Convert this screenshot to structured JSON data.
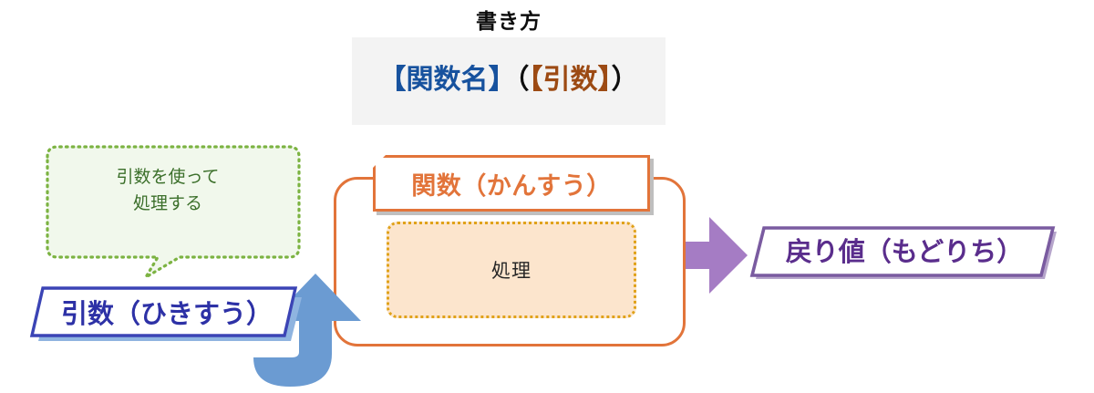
{
  "diagram": {
    "title": "書き方",
    "syntax": {
      "function_name": "【関数名】",
      "open_paren": "（",
      "argument": "【引数】",
      "close_paren": "）",
      "panel_color": "#f3f3f3"
    },
    "function_block": {
      "header_label": "関数（かんすう）",
      "process_label": "処理",
      "frame_color": "#e2743a",
      "process_fill": "#fce5cd",
      "process_border_color": "#e0a21a"
    },
    "hint_bubble": {
      "text": "引数を使って\n処理する",
      "border_color": "#7cb342",
      "fill_color": "#f1f8ec",
      "text_color": "#3b6f2a"
    },
    "argument_banner": {
      "label": "引数（ひきすう）",
      "border_color": "#3b44b5",
      "text_color": "#2d31a6",
      "shadow_color": "#8fb4e0"
    },
    "return_banner": {
      "label": "戻り値（もどりち）",
      "border_color": "#7a5ba0",
      "text_color": "#5a2d8c",
      "arrow_color": "#a57cc4"
    },
    "loop_arrow": {
      "color": "#6b9bd2"
    }
  }
}
